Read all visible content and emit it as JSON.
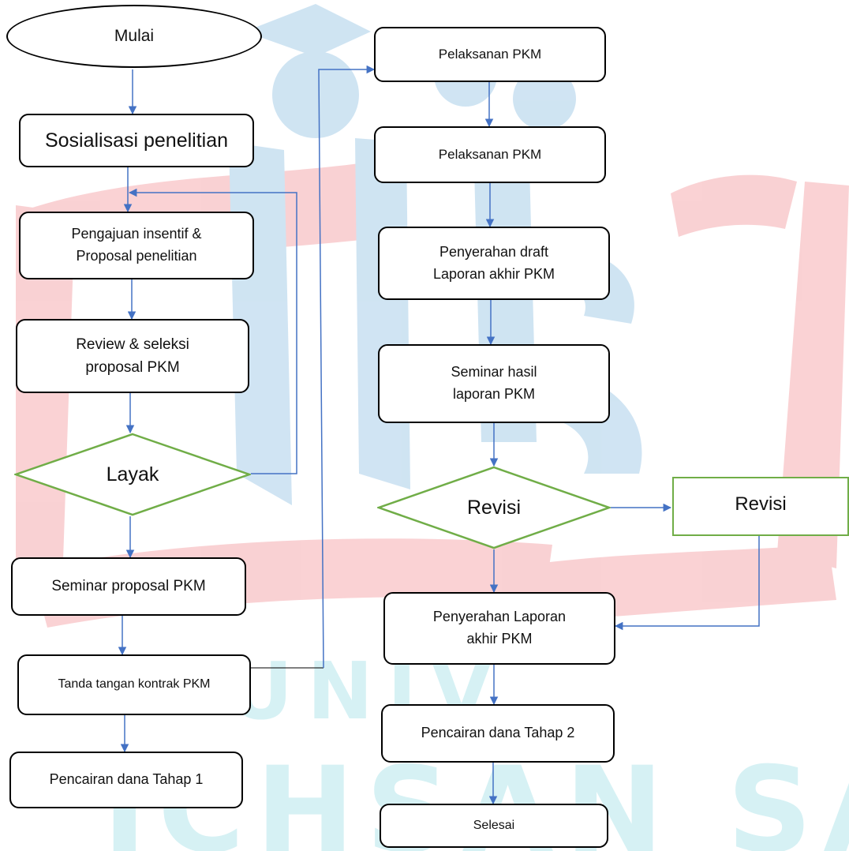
{
  "flowchart": {
    "start": "Mulai",
    "left_column": [
      "Sosialisasi penelitian",
      "Pengajuan insentif &\nProposal penelitian",
      "Review & seleksi\nproposal PKM"
    ],
    "decision_left": "Layak",
    "left_lower": [
      "Seminar proposal PKM",
      "Tanda tangan kontrak PKM",
      "Pencairan dana Tahap 1"
    ],
    "right_column": [
      "Pelaksanan PKM",
      "Pelaksanan PKM",
      "Penyerahan draft\nLaporan akhir PKM",
      "Seminar hasil\nlaporan PKM"
    ],
    "decision_right": "Revisi",
    "revisi_box": "Revisi",
    "right_lower": [
      "Penyerahan Laporan\nakhir PKM",
      "Pencairan dana Tahap 2",
      "Selesai"
    ]
  },
  "watermark": {
    "text": "UNIVERSITAS ICHSAN SATYA",
    "line1": "UNIV",
    "line2": "ICHSAN SATYA",
    "colors": {
      "red": "#e8323c",
      "blue": "#2a86c9",
      "teal": "#21b6c6"
    }
  },
  "colors": {
    "arrow": "#4472c4",
    "box_border": "#000000",
    "decision_border": "#70ad47"
  }
}
